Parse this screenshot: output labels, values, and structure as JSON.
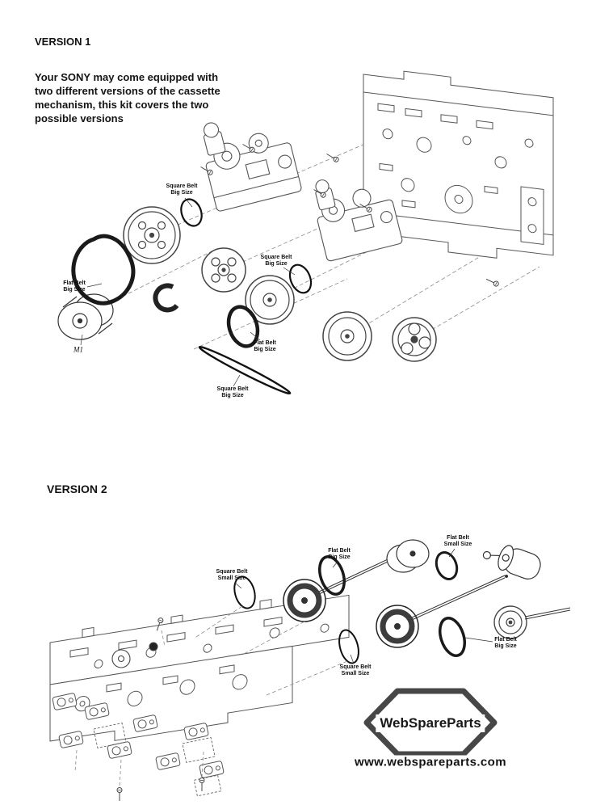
{
  "version1": {
    "title": "VERSION 1",
    "description": "Your SONY may come equipped with\ntwo different versions of the cassette\nmechanism, this kit covers the two\npossible versions",
    "labels": {
      "square_belt_big_1": "Square Belt\nBig Size",
      "flat_belt_big_1": "Flat Belt\nBig Size",
      "square_belt_big_2": "Square Belt\nBig Size",
      "flat_belt_big_2": "Flat Belt\nBig Size",
      "square_belt_big_3": "Square Belt\nBig Size",
      "motor": "M1"
    }
  },
  "version2": {
    "title": "VERSION 2",
    "labels": {
      "square_belt_small_1": "Square Belt\nSmall Size",
      "flat_belt_big_1": "Flat Belt\nBig Size",
      "flat_belt_small_1": "Flat Belt\nSmall Size",
      "square_belt_small_2": "Square Belt\nSmall Size",
      "flat_belt_big_2": "Flat Belt\nBig Size"
    }
  },
  "footer": {
    "brand": "WebSpareParts",
    "website": "www.webspareparts.com"
  },
  "colors": {
    "line": "#555555",
    "belt": "#111111",
    "logo_outline": "#474747"
  }
}
